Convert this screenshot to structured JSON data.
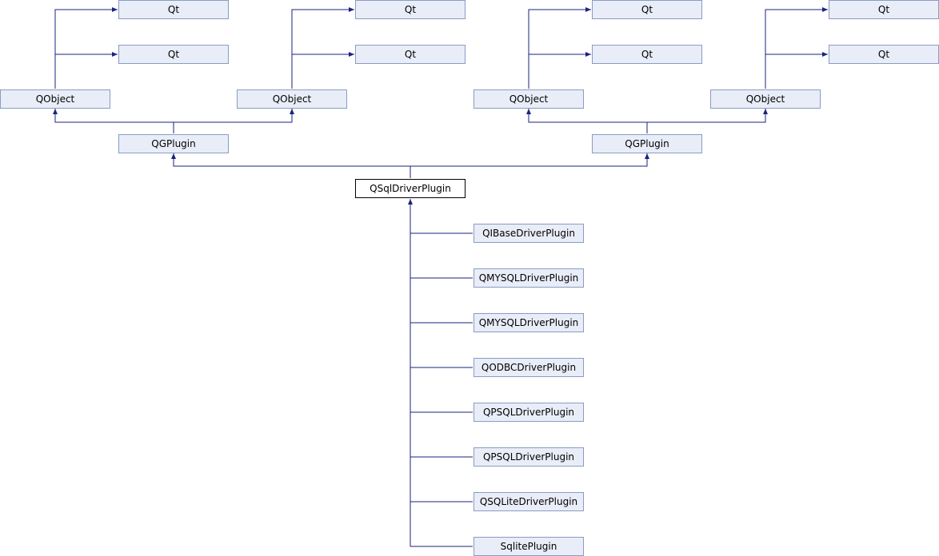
{
  "nodes": {
    "qt_1": "Qt",
    "qt_2": "Qt",
    "qt_3": "Qt",
    "qt_4": "Qt",
    "qt_5": "Qt",
    "qt_6": "Qt",
    "qt_7": "Qt",
    "qt_8": "Qt",
    "qobject_1": "QObject",
    "qobject_2": "QObject",
    "qobject_3": "QObject",
    "qobject_4": "QObject",
    "qgplugin_1": "QGPlugin",
    "qgplugin_2": "QGPlugin",
    "qsqldriverplugin": "QSqlDriverPlugin",
    "qibasedriverplugin": "QIBaseDriverPlugin",
    "qmysqldriverplugin_1": "QMYSQLDriverPlugin",
    "qmysqldriverplugin_2": "QMYSQLDriverPlugin",
    "qodbcdriverplugin": "QODBCDriverPlugin",
    "qpsqldriverplugin_1": "QPSQLDriverPlugin",
    "qpsqldriverplugin_2": "QPSQLDriverPlugin",
    "qsqlitedriverplugin": "QSQLiteDriverPlugin",
    "sqliteplugin": "SqlitePlugin"
  },
  "colors": {
    "node_fill": "#e8edf7",
    "node_border": "#8a9bc4",
    "edge": "#1a237e",
    "current_fill": "#ffffff",
    "current_border": "#000000"
  }
}
